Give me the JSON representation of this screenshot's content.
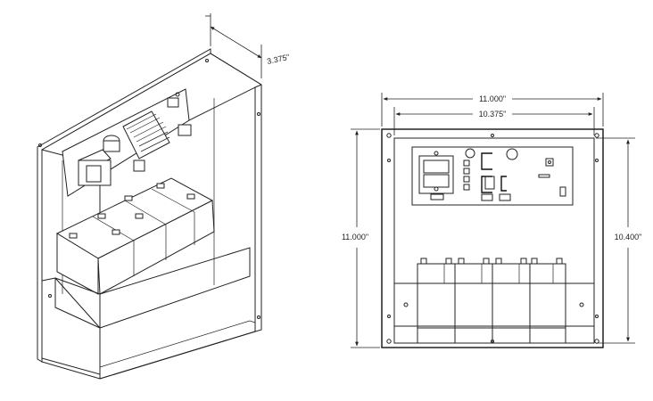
{
  "dimensions": {
    "iso_depth": "3.375\"",
    "outer_width": "11.000\"",
    "inner_width": "10.375\"",
    "outer_height": "11.000\"",
    "inner_height": "10.400\""
  }
}
